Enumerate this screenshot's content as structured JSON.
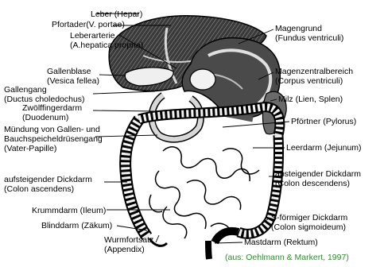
{
  "labels": {
    "liver": {
      "line1": "Leber (Hepar)"
    },
    "portal_vein": {
      "line1": "Pfortader(V. portae)"
    },
    "hepatic_artery": {
      "line1": "Leberarterie",
      "line2": "(A.hepatica propria)"
    },
    "gallbladder": {
      "line1": "Gallenblase",
      "line2": "(Vesica fellea)"
    },
    "bile_duct": {
      "line1": "Gallengang",
      "line2": "(Ductus choledochus)"
    },
    "duodenum": {
      "line1": "Zwölffingerdarm",
      "line2": "(Duodenum)"
    },
    "papilla": {
      "line1": "Mündung von Gallen- und",
      "line2": "Bauchspeicheldrüsengang",
      "line3": "(Vater-Papille)"
    },
    "colon_ascendens": {
      "line1": "aufsteigender Dickdarm",
      "line2": "(Colon ascendens)"
    },
    "ileum": {
      "line1": "Krummdarm (Ileum)"
    },
    "caecum": {
      "line1": "Blinddarm (Zäkum)"
    },
    "appendix": {
      "line1": "Wurmfortsatz",
      "line2": "(Appendix)"
    },
    "fundus": {
      "line1": "Magengrund",
      "line2": "(Fundus ventriculi)"
    },
    "corpus": {
      "line1": "Magenzentralbereich",
      "line2": "(Corpus ventriculi)"
    },
    "spleen": {
      "line1": "Milz (Lien, Splen)"
    },
    "pylorus": {
      "line1": "Pförtner (Pylorus)"
    },
    "jejunum": {
      "line1": "Leerdarm (Jejunum)"
    },
    "colon_descendens": {
      "line1": "absteigender Dickdarm",
      "line2": "(Colon descendens)"
    },
    "sigmoid": {
      "line1": "S-förmiger Dickdarm",
      "line2": "(Colon sigmoideum)"
    },
    "rectum": {
      "line1": "Mastdarm (Rektum)"
    }
  },
  "caption": "(aus: Oehlmann & Markert, 1997)",
  "colors": {
    "ink": "#000000",
    "caption": "#2e8b2e",
    "organ_dark": "#2a2a2a",
    "organ_mid": "#6a6a6a",
    "organ_light": "#d8d8d8"
  }
}
